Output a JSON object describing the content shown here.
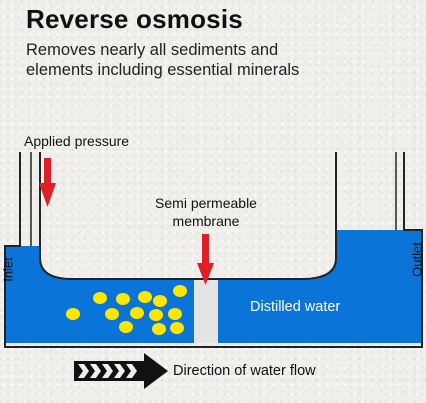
{
  "title": "Reverse osmosis",
  "subtitle_line1": "Removes nearly all sediments and",
  "subtitle_line2": "elements including essential minerals",
  "labels": {
    "applied_pressure": "Applied pressure",
    "membrane_line1": "Semi permeable",
    "membrane_line2": "membrane",
    "distilled_water": "Distilled water",
    "inlet": "Inlet",
    "outlet": "Outlet",
    "flow": "Direction of water flow"
  },
  "colors": {
    "water": "#0a74d8",
    "arrow": "#e01e26",
    "particle": "#ffe600",
    "membrane": "#e4e4e4",
    "outline": "#222222"
  }
}
